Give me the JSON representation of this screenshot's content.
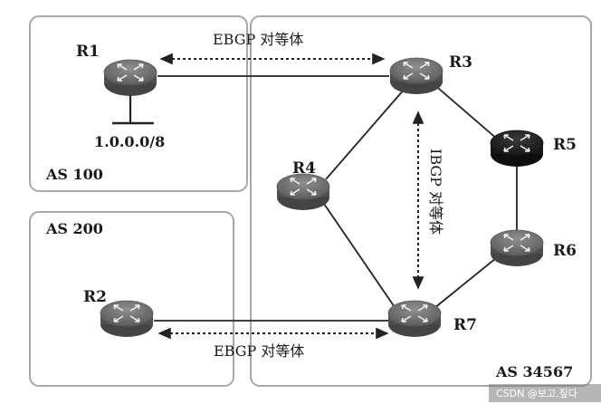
{
  "as_areas": [
    {
      "id": "as100",
      "label": "AS 100"
    },
    {
      "id": "as200",
      "label": "AS 200"
    },
    {
      "id": "as34567",
      "label": "AS 34567"
    }
  ],
  "routers": [
    {
      "id": "r1",
      "label": "R1",
      "style": "gray"
    },
    {
      "id": "r2",
      "label": "R2",
      "style": "gray"
    },
    {
      "id": "r3",
      "label": "R3",
      "style": "gray"
    },
    {
      "id": "r4",
      "label": "R4",
      "style": "gray"
    },
    {
      "id": "r5",
      "label": "R5",
      "style": "dark"
    },
    {
      "id": "r6",
      "label": "R6",
      "style": "gray"
    },
    {
      "id": "r7",
      "label": "R7",
      "style": "gray"
    }
  ],
  "network": {
    "label": "1.0.0.0/8"
  },
  "peerings": {
    "ebgp_top": "EBGP 对等体",
    "ebgp_bottom": "EBGP 对等体",
    "ibgp": "IBGP 对等体"
  },
  "watermark": "CSDN @보고.짚다",
  "colors": {
    "router_gray": "#6e6e6e",
    "router_dark": "#262626",
    "area_border": "#a8a8a8"
  }
}
